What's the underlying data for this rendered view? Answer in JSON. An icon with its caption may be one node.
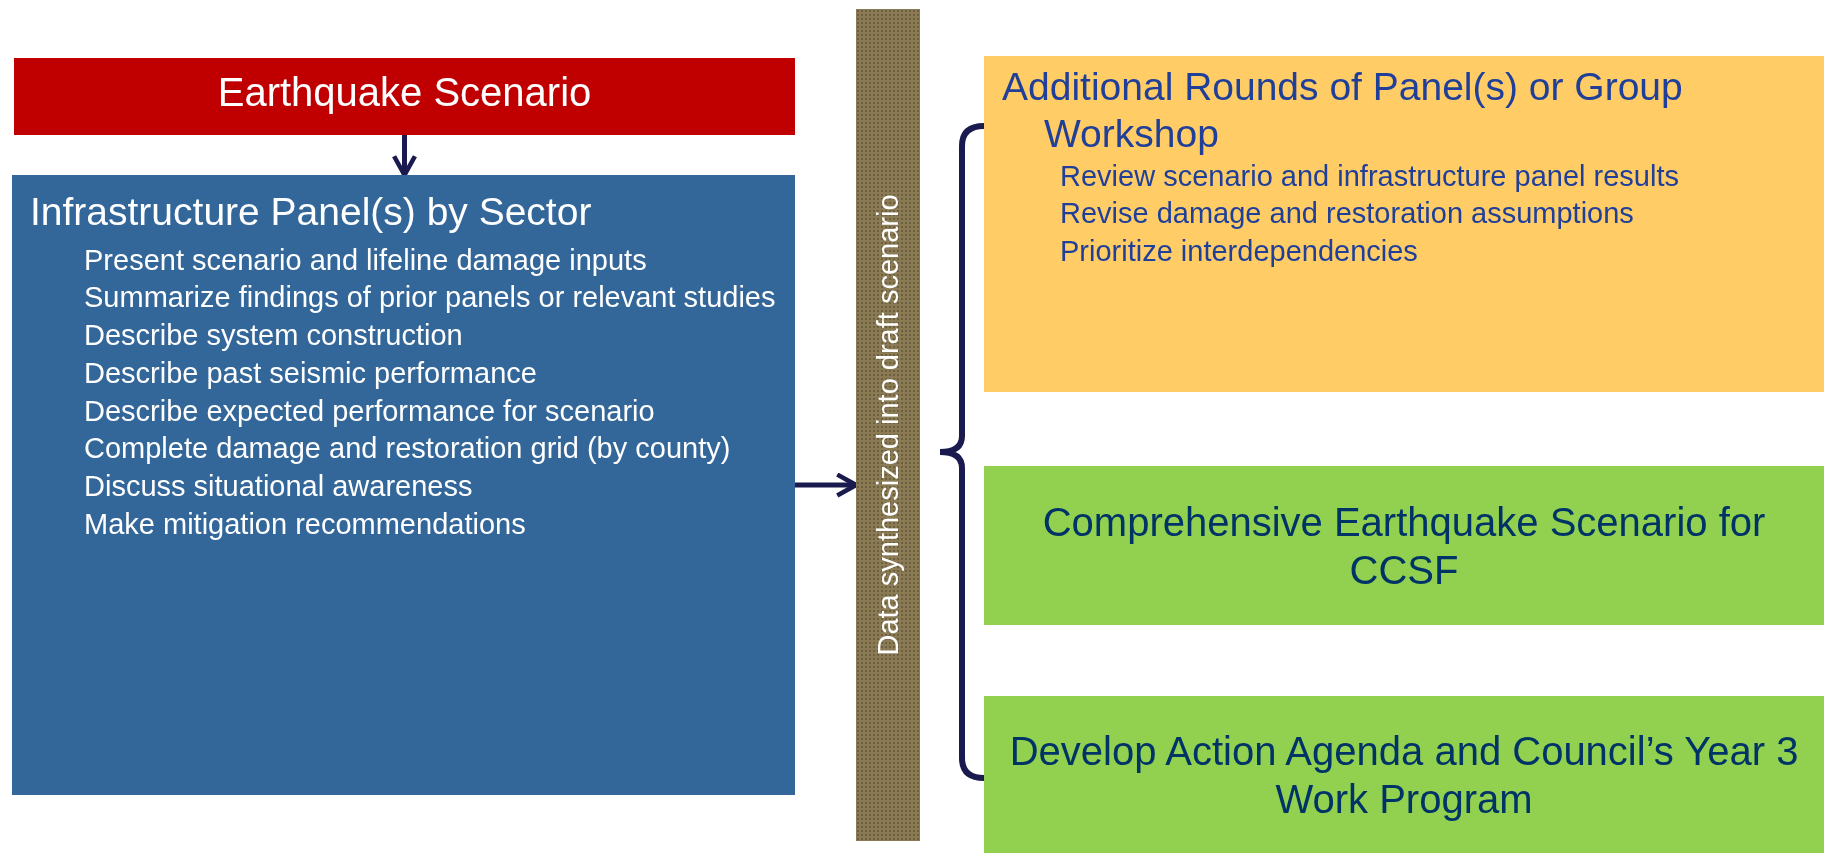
{
  "diagram": {
    "nodes": [
      {
        "text": [
          "Earthquake Scenario"
        ]
      },
      {
        "text": [
          "Infrastructure Panel(s) by Sector",
          "Present scenario and lifeline damage inputs",
          "Summarize findings of prior panels or relevant studies",
          "Describe system construction",
          "Describe past seismic performance",
          "Describe expected performance for scenario",
          "Complete damage and restoration grid (by county)",
          "Discuss situational awareness",
          "Make mitigation recommendations"
        ]
      },
      {
        "text": [
          "Data synthesized into draft scenario"
        ]
      },
      {
        "text": [
          "Additional Rounds of Panel(s) or Group Workshop",
          "Review scenario and infrastructure panel results",
          "Revise damage and restoration assumptions",
          "Prioritize interdependencies"
        ]
      },
      {
        "text": [
          "Comprehensive Earthquake Scenario for CCSF"
        ]
      },
      {
        "text": [
          "Develop Action Agenda and Council’s Year 3 Work Program"
        ]
      }
    ],
    "edges": [
      {
        "from": 0,
        "to": 1,
        "arrow": "to"
      },
      {
        "from": 1,
        "to": 2,
        "arrow": "to"
      }
    ]
  }
}
